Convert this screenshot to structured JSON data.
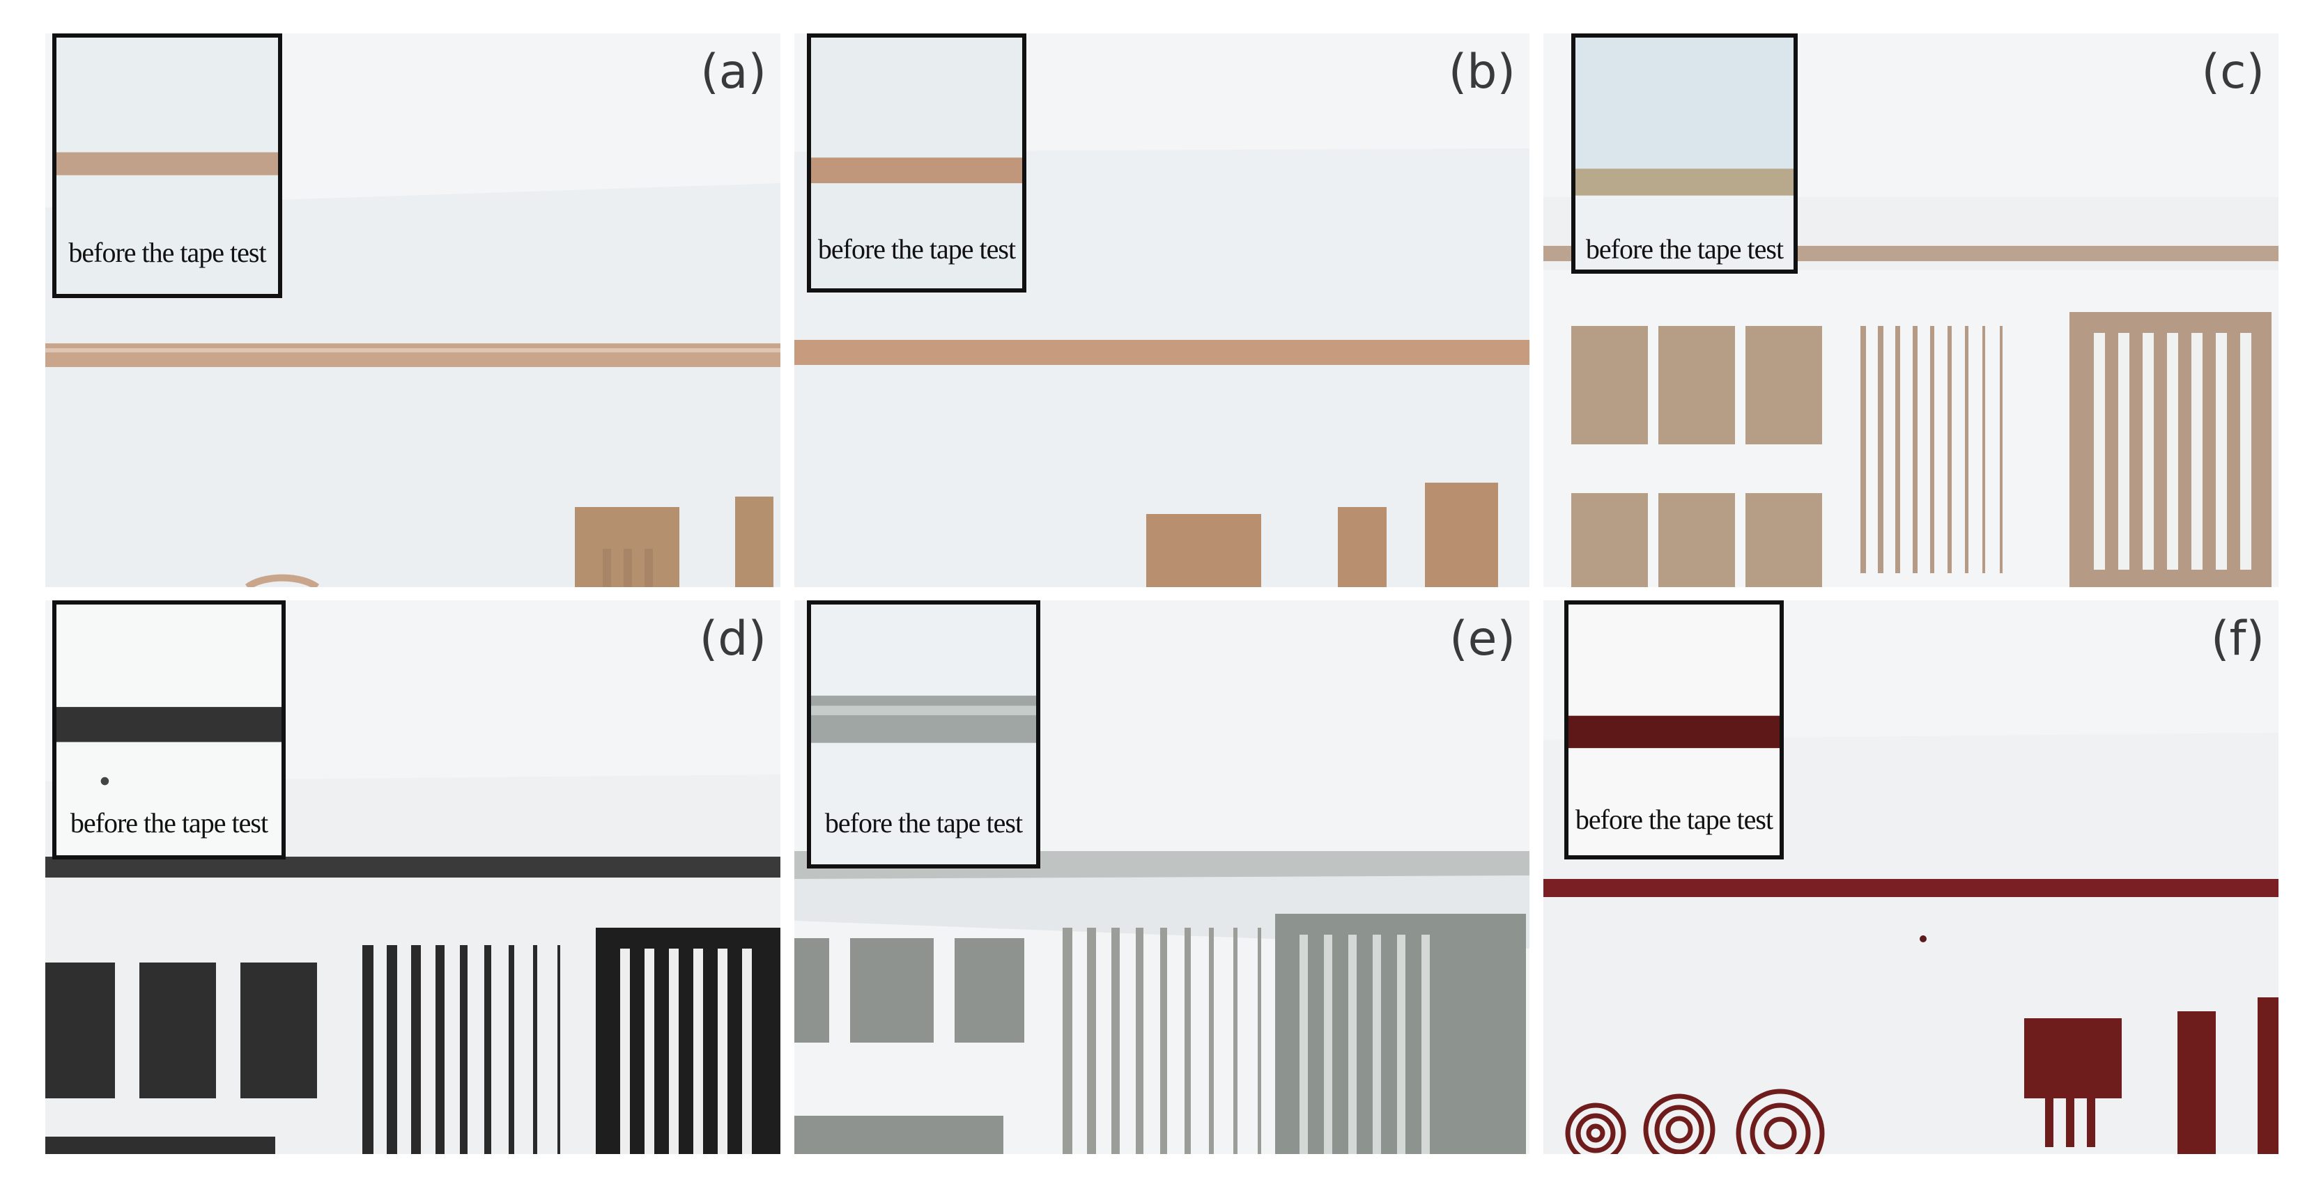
{
  "panels": [
    {
      "label": "(a)",
      "inset_caption": "before the tape test"
    },
    {
      "label": "(b)",
      "inset_caption": "before the tape test"
    },
    {
      "label": "(c)",
      "inset_caption": "before the tape test"
    },
    {
      "label": "(d)",
      "inset_caption": "before the tape test"
    },
    {
      "label": "(e)",
      "inset_caption": "before the tape test"
    },
    {
      "label": "(f)",
      "inset_caption": "before the tape test"
    }
  ],
  "colors": {
    "copper": "#c0987c",
    "copper_light": "#cfae96",
    "grey_metal": "#9a9d98",
    "dark_metal": "#2b2b2b",
    "maroon": "#6e1c1c",
    "tape": "#e7ebee"
  }
}
